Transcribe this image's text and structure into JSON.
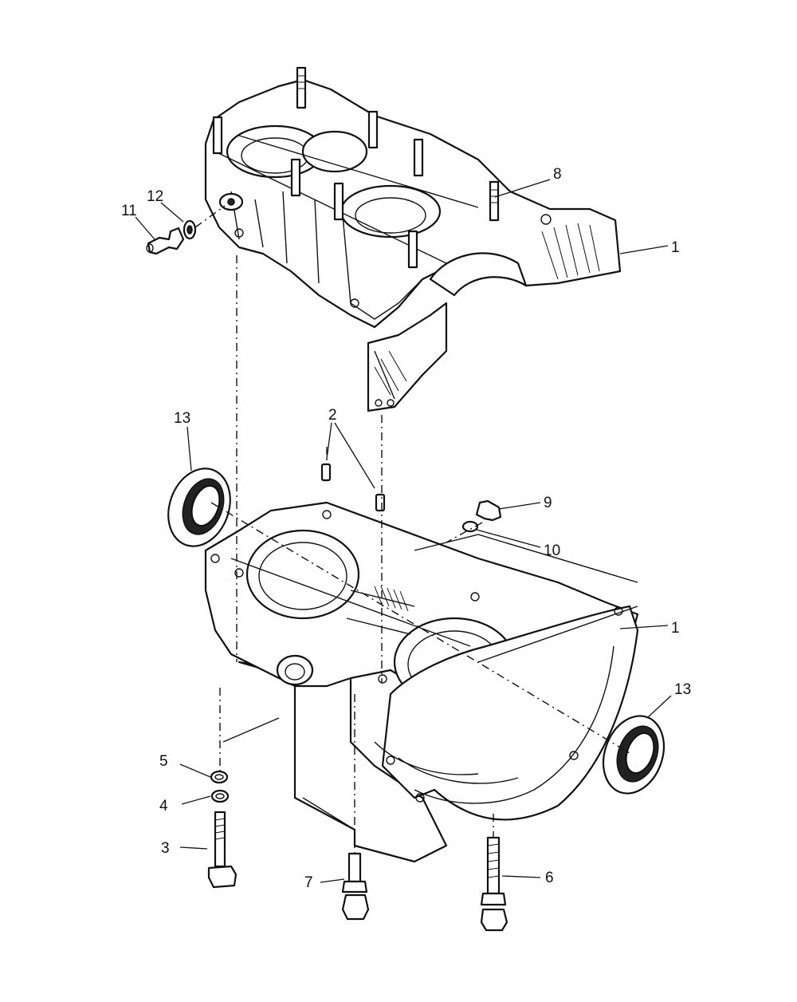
{
  "callouts": {
    "c1_upper": "1",
    "c1_lower": "1",
    "c2": "2",
    "c3": "3",
    "c4": "4",
    "c5": "5",
    "c6": "6",
    "c7": "7",
    "c8": "8",
    "c9": "9",
    "c10": "10",
    "c11": "11",
    "c12": "12",
    "c13_left": "13",
    "c13_right": "13"
  }
}
